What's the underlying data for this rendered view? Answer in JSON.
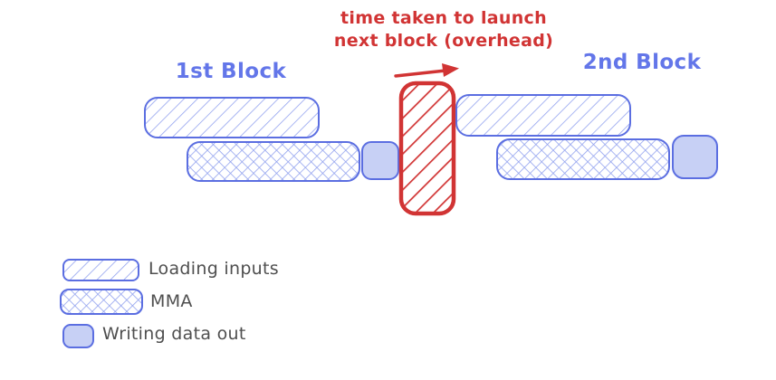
{
  "overhead_label": {
    "line1": "time taken to launch",
    "line2": "next block (overhead)"
  },
  "block_labels": {
    "first": "1st Block",
    "second": "2nd Block"
  },
  "legend": {
    "loading": "Loading inputs",
    "mma": "MMA",
    "writing": "Writing data out"
  },
  "diagram": {
    "description": "Two kernel blocks each run phases Loading inputs, MMA, Writing data out; a red hatched gap between blocks marks launch overhead",
    "blocks": [
      {
        "label": "1st Block",
        "phases": [
          "Loading inputs",
          "MMA",
          "Writing data out"
        ]
      },
      {
        "label": "2nd Block",
        "phases": [
          "Loading inputs",
          "MMA",
          "Writing data out"
        ]
      }
    ],
    "overhead": "time taken to launch next block (overhead)"
  },
  "colors": {
    "blue_stroke": "#5b6ee1",
    "blue_hatch": "#93a3ef",
    "blue_fill": "#c7d0f5",
    "red": "#d13434",
    "label_blue": "#6376e9",
    "legend_text": "#4f4f4f",
    "background": "#ffffff"
  }
}
